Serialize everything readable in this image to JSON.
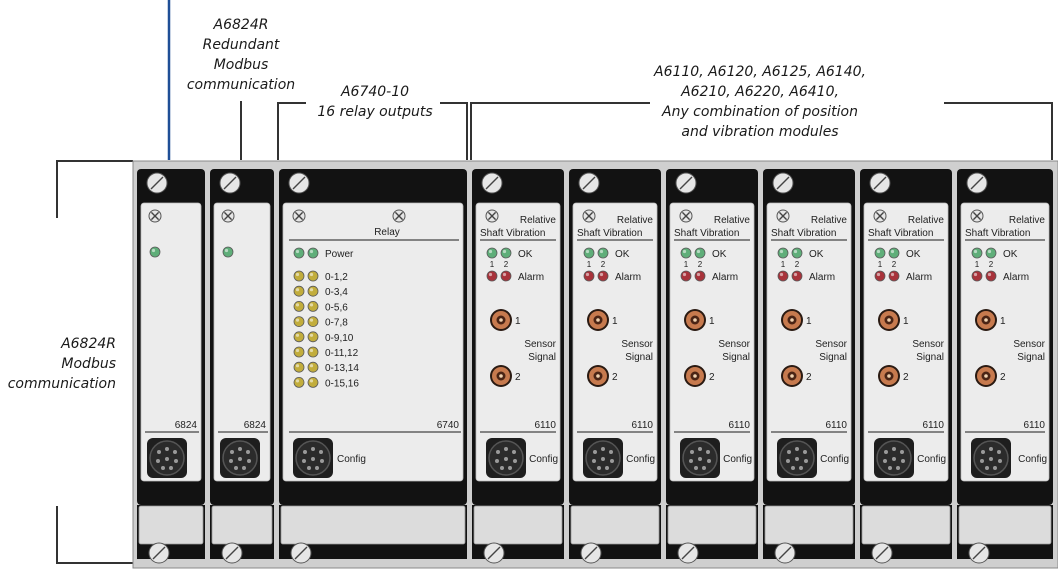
{
  "annotations": {
    "modbus_top": [
      "A6824R",
      "Redundant",
      "Modbus",
      "communication"
    ],
    "relay": [
      "A6740-10",
      "16 relay outputs"
    ],
    "modules_note": [
      "A6110, A6120, A6125, A6140,",
      "A6210, A6220, A6410,",
      "Any combination of position",
      "and vibration modules"
    ],
    "modbus_left": [
      "A6824R",
      "Modbus",
      "communication"
    ]
  },
  "modbus_cards": [
    {
      "number": "6824"
    },
    {
      "number": "6824"
    }
  ],
  "relay_card": {
    "title": "Relay",
    "power_label": "Power",
    "relay_labels": [
      "0-1,2",
      "0-3,4",
      "0-5,6",
      "0-7,8",
      "0-9,10",
      "0-11,12",
      "0-13,14",
      "0-15,16"
    ],
    "number": "6740",
    "config_label": "Config"
  },
  "vibration_cards": [
    {
      "title1": "Relative",
      "title2": "Shaft Vibration",
      "ok_label": "OK",
      "alarm_label": "Alarm",
      "ch1": "1",
      "ch2": "2",
      "sensor_label1": "Sensor",
      "sensor_label2": "Signal",
      "number": "6110",
      "config_label": "Config"
    },
    {
      "title1": "Relative",
      "title2": "Shaft Vibration",
      "ok_label": "OK",
      "alarm_label": "Alarm",
      "ch1": "1",
      "ch2": "2",
      "sensor_label1": "Sensor",
      "sensor_label2": "Signal",
      "number": "6110",
      "config_label": "Config"
    },
    {
      "title1": "Relative",
      "title2": "Shaft Vibration",
      "ok_label": "OK",
      "alarm_label": "Alarm",
      "ch1": "1",
      "ch2": "2",
      "sensor_label1": "Sensor",
      "sensor_label2": "Signal",
      "number": "6110",
      "config_label": "Config"
    },
    {
      "title1": "Relative",
      "title2": "Shaft Vibration",
      "ok_label": "OK",
      "alarm_label": "Alarm",
      "ch1": "1",
      "ch2": "2",
      "sensor_label1": "Sensor",
      "sensor_label2": "Signal",
      "number": "6110",
      "config_label": "Config"
    },
    {
      "title1": "Relative",
      "title2": "Shaft Vibration",
      "ok_label": "OK",
      "alarm_label": "Alarm",
      "ch1": "1",
      "ch2": "2",
      "sensor_label1": "Sensor",
      "sensor_label2": "Signal",
      "number": "6110",
      "config_label": "Config"
    },
    {
      "title1": "Relative",
      "title2": "Shaft Vibration",
      "ok_label": "OK",
      "alarm_label": "Alarm",
      "ch1": "1",
      "ch2": "2",
      "sensor_label1": "Sensor",
      "sensor_label2": "Signal",
      "number": "6110",
      "config_label": "Config"
    }
  ],
  "colors": {
    "led_green": "#5fae79",
    "led_yellow": "#c2ad3c",
    "led_red": "#a8333b",
    "bnc_copper": "#c77a4e",
    "cable_blue": "#1f4e96",
    "panel_face": "#ececec",
    "rack_black": "#121212"
  }
}
